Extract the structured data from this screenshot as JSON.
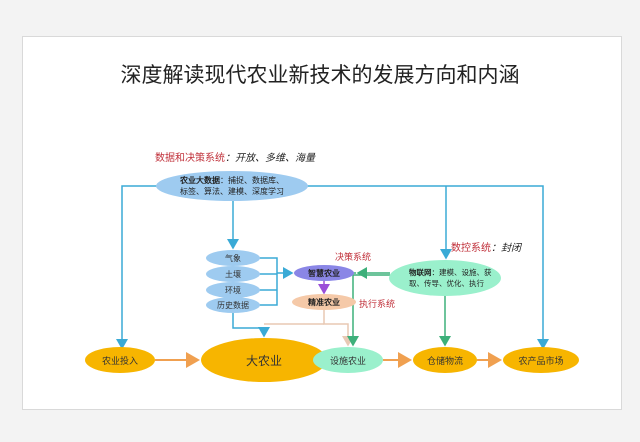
{
  "title": "深度解读现代农业新技术的发展方向和内涵",
  "data_decision_system": {
    "label": "数据和决策系统",
    "desc": "：开放、多维、海量"
  },
  "big_data": {
    "title": "农业大数据",
    "line1": "：捕捉、数据库、",
    "line2": "标签、算法、建模、深度学习"
  },
  "inputs": [
    "气象",
    "土壤",
    "环境",
    "历史数据"
  ],
  "decision_label": "决策系统",
  "smart_agri": "智慧农业",
  "precision_agri": "精准农业",
  "execution_label": "执行系统",
  "nc_system": {
    "label": "数控系统",
    "desc": "：封闭"
  },
  "iot": {
    "title": "物联网",
    "line1": "：建模、设施、获",
    "line2": "取、传导、优化、执行"
  },
  "chain": [
    "农业投入",
    "大农业",
    "设施农业",
    "仓储物流",
    "农产品市场"
  ],
  "colors": {
    "red": "#c0303a",
    "blue_line": "#3aaad6",
    "green_line": "#3db07a",
    "orange_arrow": "#f0a050",
    "gold": "#f7b500",
    "mint": "#9af0cc",
    "sky": "#9ecbf0",
    "purple": "#8a86e6",
    "peach": "#f5c9a8"
  }
}
